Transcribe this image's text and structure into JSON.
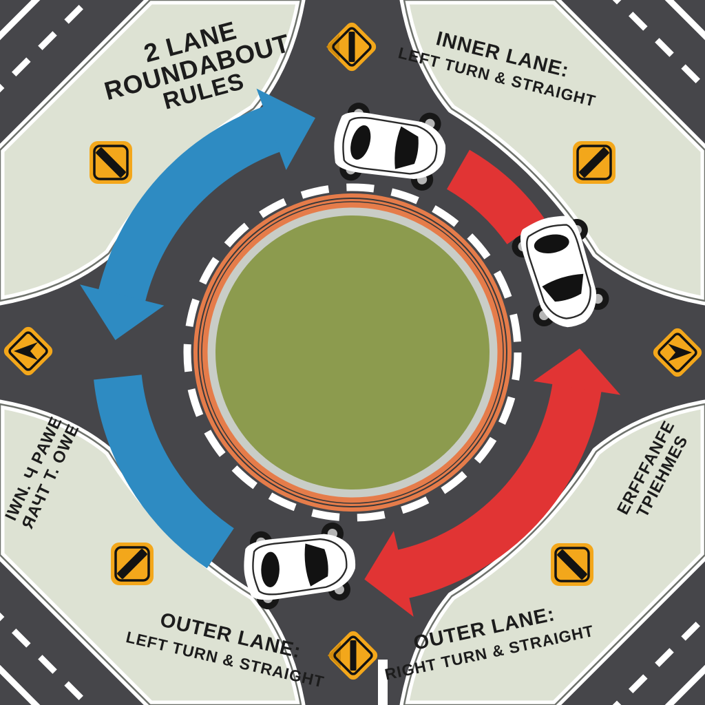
{
  "title": {
    "lines": [
      "2 LANE",
      "ROUNDABOUT",
      "RULES"
    ]
  },
  "labels": {
    "inner_lane": {
      "heading": "INNER LANE:",
      "detail": "LEFT TURN & STRAIGHT"
    },
    "outer_lane_left": {
      "heading": "OUTER LANE:",
      "detail": "LEFT TURN & STRAIGHT"
    },
    "outer_lane_right": {
      "heading": "OUTER LANE:",
      "detail": "RIGHT TURN & STRAIGHT"
    },
    "left_side": {
      "lines": [
        "IWN. Ч PAWE",
        "ЯАЧТ T. OWE"
      ]
    },
    "right_side": {
      "lines": [
        "ERFFFANFE",
        "TPIEHMES"
      ]
    }
  },
  "signs": [
    {
      "position": "top",
      "shape": "diamond",
      "glyph": "vertical-bar"
    },
    {
      "position": "bottom",
      "shape": "diamond",
      "glyph": "vertical-bar"
    },
    {
      "position": "left",
      "shape": "diamond",
      "glyph": "left-chevron"
    },
    {
      "position": "right",
      "shape": "diamond",
      "glyph": "right-chevron"
    },
    {
      "position": "top-left",
      "shape": "square",
      "glyph": "diagonal-bar-down"
    },
    {
      "position": "top-right",
      "shape": "square",
      "glyph": "diagonal-bar-up"
    },
    {
      "position": "bottom-left",
      "shape": "square",
      "glyph": "diagonal-bar-up"
    },
    {
      "position": "bottom-right",
      "shape": "square",
      "glyph": "diagonal-bar-down"
    }
  ],
  "arrows": [
    {
      "name": "blue-flow-upper-left",
      "color_key": "arrow_blue",
      "double_headed": true
    },
    {
      "name": "blue-flow-band-lower-left",
      "color_key": "arrow_blue",
      "double_headed": false
    },
    {
      "name": "red-flow-band-upper-right",
      "color_key": "arrow_red",
      "double_headed": false
    },
    {
      "name": "red-flow-lower-right",
      "color_key": "arrow_red",
      "double_headed": true
    }
  ],
  "cars": {
    "count": 3,
    "positions": [
      "top",
      "right",
      "bottom"
    ]
  },
  "colors": {
    "road": "#46464a",
    "island": "#dde2d3",
    "island_line": "#6e726c",
    "grass": "#8c9b4e",
    "ring_gray": "#c9cdc7",
    "ring_orange": "#e57c4a",
    "lane_line": "#ffffff",
    "sign_yellow": "#f3a71b",
    "sign_shade": "#d18c0e",
    "glyph": "#121212",
    "arrow_blue": "#2e8bc2",
    "arrow_red": "#e13434",
    "text": "#1c1c1c",
    "car_white": "#ffffff",
    "wheel": "#171717",
    "wheel_hub": "#b5b5b5"
  }
}
